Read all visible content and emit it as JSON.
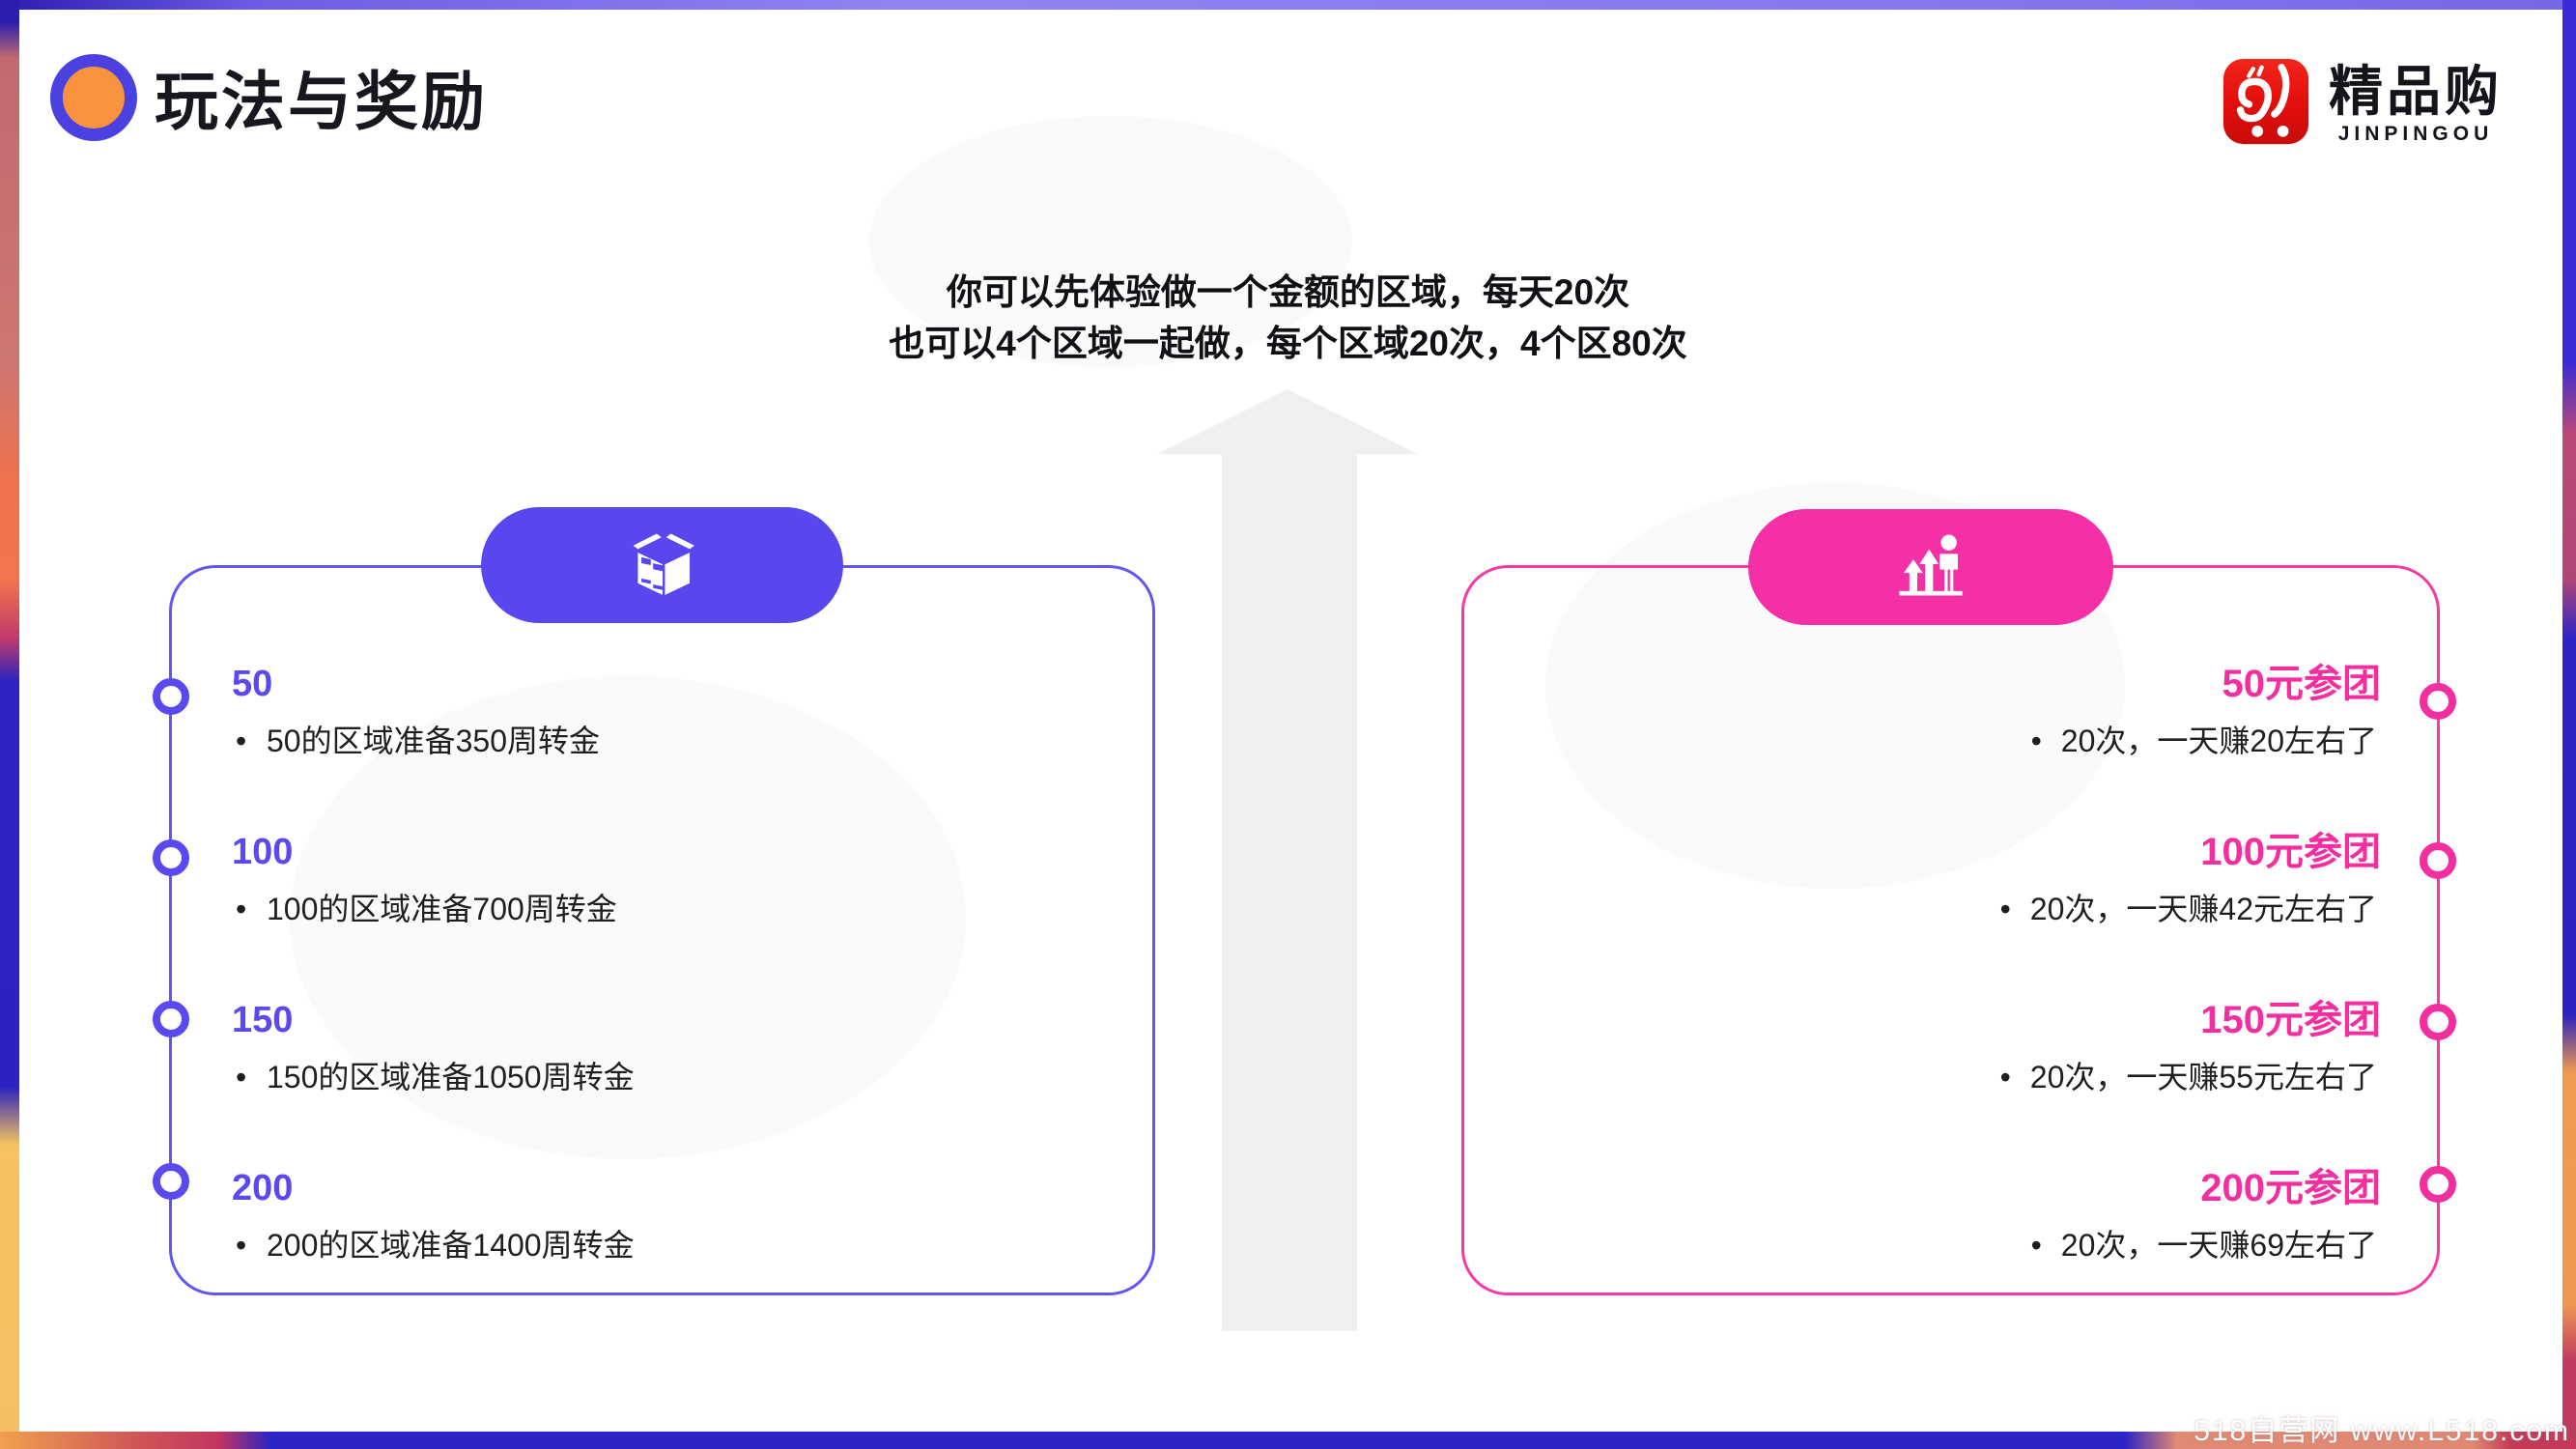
{
  "slide": {
    "title": "玩法与奖励",
    "intro_line1": "你可以先体验做一个金额的区域，每天20次",
    "intro_line2": "也可以4个区域一起做，每个区域20次，4个区80次"
  },
  "logo": {
    "name": "精品购",
    "subtitle": "JINPINGOU",
    "icon": "cart-rabbit-icon",
    "icon_color": "#e8100c"
  },
  "decor": {
    "arrow_icon": "up-arrow-watermark",
    "arrow_color": "#efeff1",
    "title_dot_fill": "#f8923f",
    "title_dot_ring": "#4b40e0"
  },
  "left_panel": {
    "accent": "#5b49f0",
    "icon": "package-box-icon",
    "items": [
      {
        "label": "50",
        "detail": "50的区域准备350周转金"
      },
      {
        "label": "100",
        "detail": "100的区域准备700周转金"
      },
      {
        "label": "150",
        "detail": "150的区域准备1050周转金"
      },
      {
        "label": "200",
        "detail": "200的区域准备1400周转金"
      }
    ]
  },
  "right_panel": {
    "accent": "#f52fa5",
    "icon": "growth-people-icon",
    "items": [
      {
        "label": "50元参团",
        "detail": "20次，一天赚20左右了"
      },
      {
        "label": "100元参团",
        "detail": "20次，一天赚42元左右了"
      },
      {
        "label": "150元参团",
        "detail": "20次，一天赚55元左右了"
      },
      {
        "label": "200元参团",
        "detail": "20次，一天赚69左右了"
      }
    ]
  },
  "watermark": "518自营网 www.L518.com"
}
